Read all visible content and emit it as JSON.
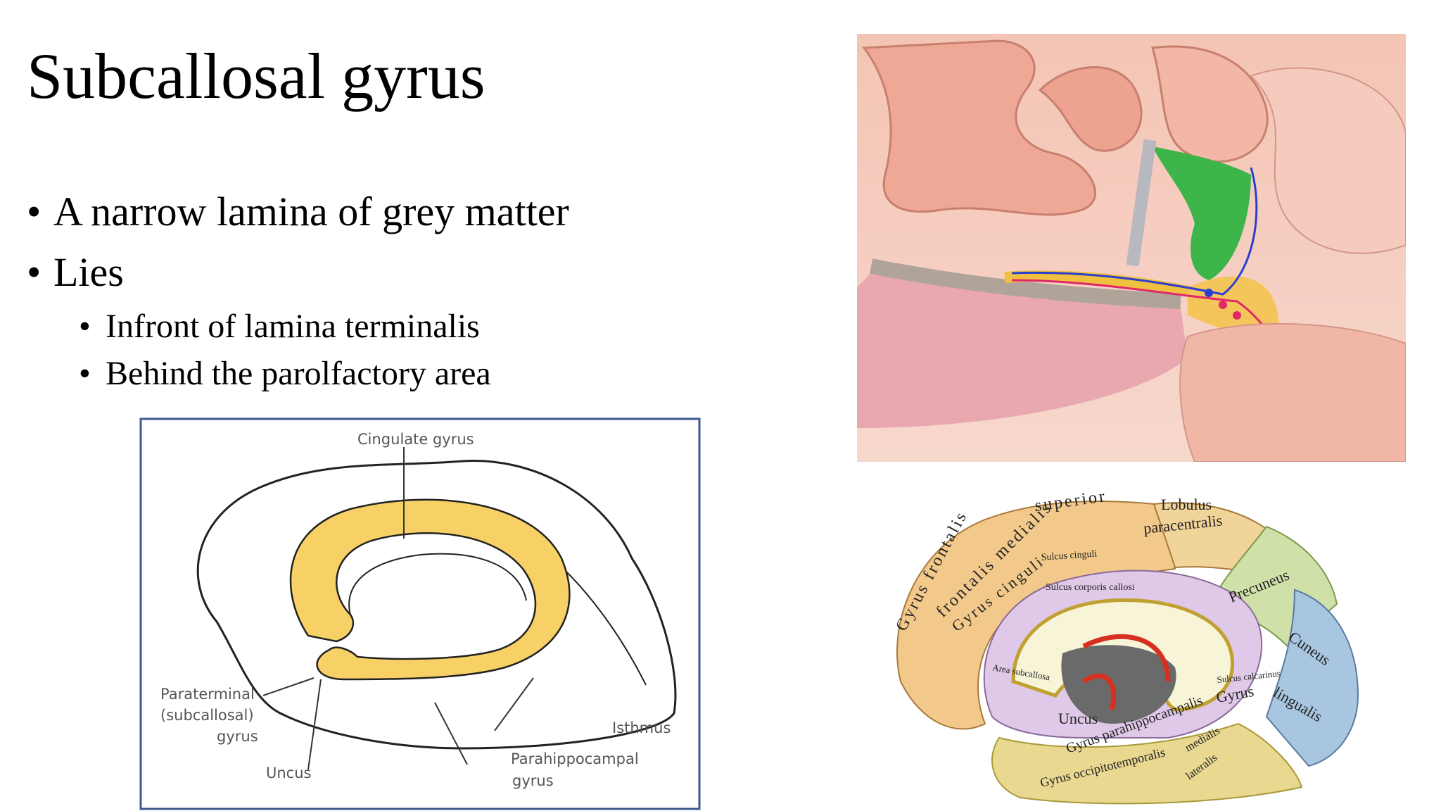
{
  "slide": {
    "title": "Subcallosal gyrus",
    "bullets": [
      {
        "text": "A narrow lamina of grey matter",
        "level": 1
      },
      {
        "text": "Lies",
        "level": 1
      },
      {
        "text": "Infront of lamina terminalis",
        "level": 2
      },
      {
        "text": "Behind the parolfactory  area",
        "level": 2
      }
    ]
  },
  "figure_limbic": {
    "labels": {
      "cingulate": "Cingulate gyrus",
      "paraterminal_1": "Paraterminal",
      "paraterminal_2": "(subcallosal)",
      "paraterminal_3": "gyrus",
      "uncus": "Uncus",
      "isthmus": "Isthmus",
      "parahippocampal_1": "Parahippocampal",
      "parahippocampal_2": "gyrus"
    },
    "highlight_color": "#f7d165"
  },
  "figure_medial": {
    "labels": {
      "superior": "superior",
      "lobulus": "Lobulus",
      "paracentralis": "paracentralis",
      "gyrus_frontalis": "Gyrus frontalis",
      "frontalis_medialis": "frontalis medialis",
      "sulcus_cinguli": "Sulcus cinguli",
      "gyrus_cinguli": "Gyrus cinguli",
      "sulcus_corporis": "Sulcus corporis callosi",
      "precuneus": "Precuneus",
      "cuneus": "Cuneus",
      "gyrus_lingualis": "Gyrus",
      "lingualis": "lingualis",
      "uncus": "Uncus",
      "area_subcallosa": "Area subcallosa",
      "parahippocampalis": "Gyrus parahippocampalis",
      "sulcus_calcarinus": "Sulcus calcarinus",
      "occipitotemporalis": "Gyrus occipitotemporalis",
      "lateralis": "lateralis",
      "medialis": "medialis"
    }
  }
}
